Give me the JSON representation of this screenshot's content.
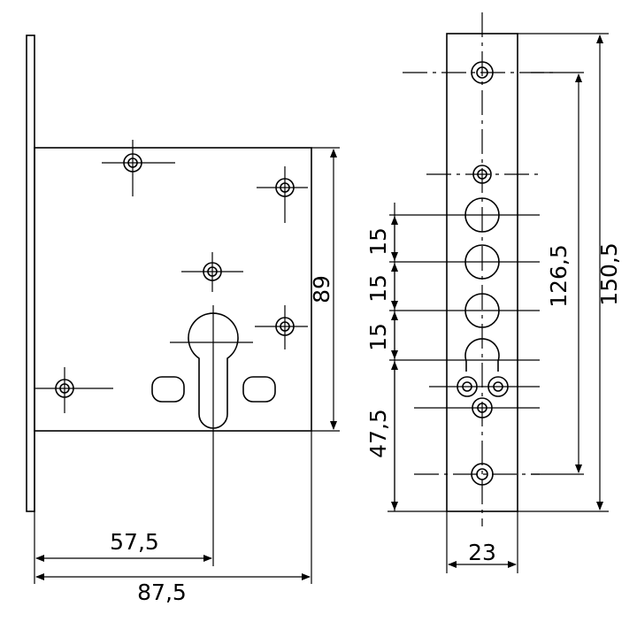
{
  "drawing": {
    "dimensions": {
      "backset": "57,5",
      "case_width": "87,5",
      "case_height": "89",
      "pitch_1": "15",
      "pitch_2": "15",
      "pitch_3": "15",
      "lower_offset": "47,5",
      "inner_screw_spacing": "126,5",
      "faceplate_length": "150,5",
      "faceplate_width": "23"
    }
  }
}
